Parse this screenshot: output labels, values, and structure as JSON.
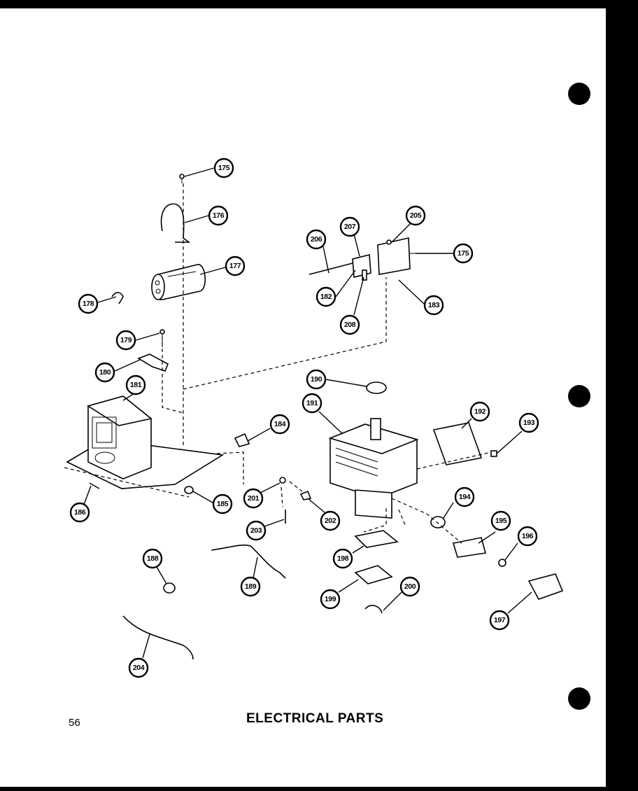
{
  "page": {
    "title": "ELECTRICAL PARTS",
    "page_number": "56"
  },
  "callouts": {
    "c175a": "175",
    "c176": "176",
    "c177": "177",
    "c178": "178",
    "c179": "179",
    "c180": "180",
    "c181": "181",
    "c182": "182",
    "c183": "183",
    "c175b": "175",
    "c184a": "184",
    "c185": "185",
    "c186": "186",
    "c188": "188",
    "c189": "189",
    "c190": "190",
    "c191": "191",
    "c192": "192",
    "c193": "193",
    "c194": "194",
    "c195": "195",
    "c196": "196",
    "c197": "197",
    "c198": "198",
    "c199": "199",
    "c200": "200",
    "c201": "201",
    "c202": "202",
    "c203": "203",
    "c204": "204",
    "c205": "205",
    "c206": "206",
    "c207": "207",
    "c208": "208"
  }
}
